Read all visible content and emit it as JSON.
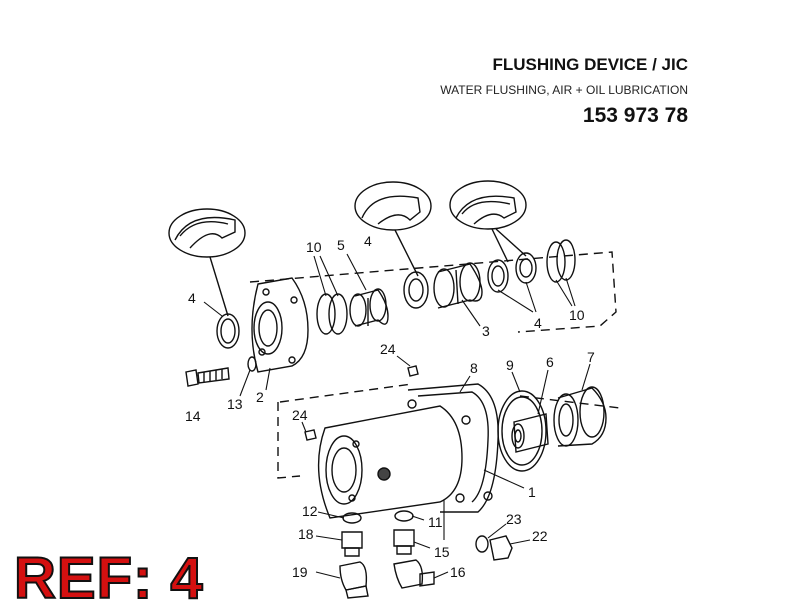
{
  "header": {
    "title": "FLUSHING DEVICE / JIC",
    "subtitle": "WATER FLUSHING, AIR + OIL LUBRICATION",
    "part_number": "153 973 78"
  },
  "ref_label": "REF: 4",
  "callouts": {
    "c10a": "10",
    "c5": "5",
    "c4a": "4",
    "c4b": "4",
    "c4c": "4",
    "c3": "3",
    "c10b": "10",
    "c24a": "24",
    "c8": "8",
    "c9": "9",
    "c6": "6",
    "c7": "7",
    "c14": "14",
    "c13": "13",
    "c2": "2",
    "c24b": "24",
    "c1": "1",
    "c12": "12",
    "c11": "11",
    "c23": "23",
    "c18": "18",
    "c15": "15",
    "c22": "22",
    "c19": "19",
    "c16": "16"
  }
}
